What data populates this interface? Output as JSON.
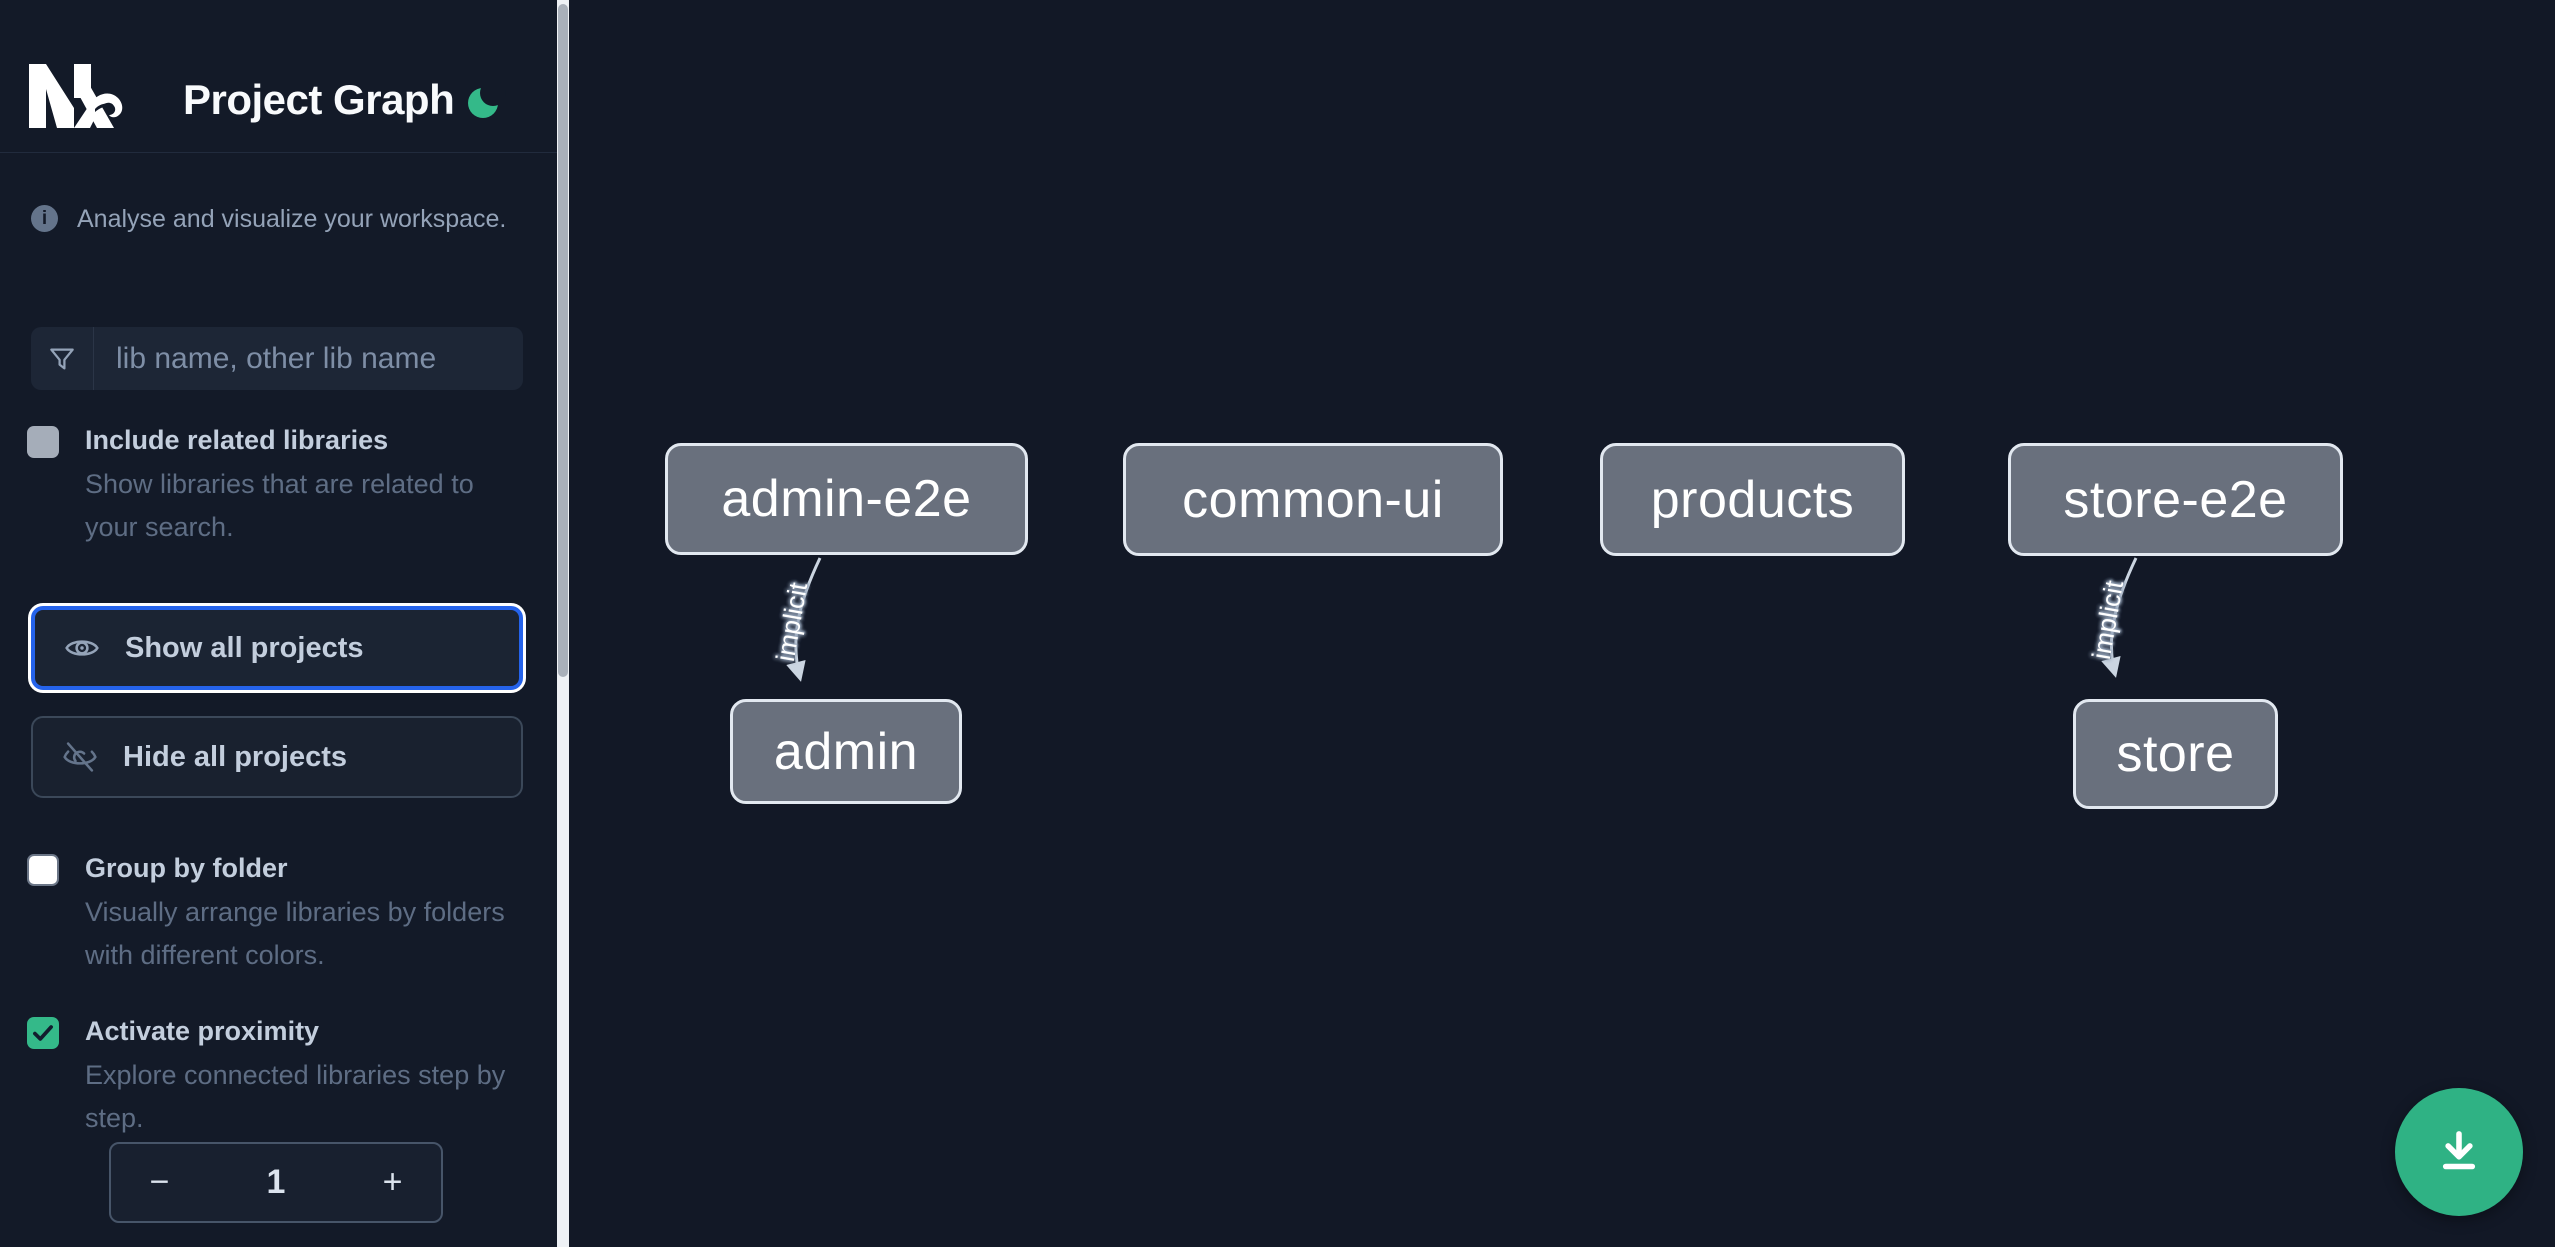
{
  "header": {
    "app_title": "Project Graph",
    "logo_icon": "nx-logo",
    "theme_icon": "moon-icon",
    "accent_color": "#34b989"
  },
  "sidebar": {
    "tagline": "Analyse and visualize your workspace.",
    "tagline_icon": "info-icon",
    "search": {
      "placeholder": "lib name, other lib name",
      "icon": "filter-funnel-icon",
      "value": ""
    },
    "include_related": {
      "label": "Include related libraries",
      "description": "Show libraries that are related to your search.",
      "checked": false
    },
    "show_all": {
      "label": "Show all projects",
      "icon": "eye-icon",
      "focused": true
    },
    "hide_all": {
      "label": "Hide all projects",
      "icon": "eye-off-icon",
      "focused": false
    },
    "group_by_folder": {
      "label": "Group by folder",
      "description": "Visually arrange libraries by folders with different colors.",
      "checked": false
    },
    "activate_proximity": {
      "label": "Activate proximity",
      "description": "Explore connected libraries step by step.",
      "checked": true
    },
    "proximity_stepper": {
      "decrement_label": "−",
      "value": "1",
      "increment_label": "+"
    }
  },
  "graph": {
    "nodes": [
      {
        "id": "admin-e2e",
        "label": "admin-e2e"
      },
      {
        "id": "common-ui",
        "label": "common-ui"
      },
      {
        "id": "products",
        "label": "products"
      },
      {
        "id": "store-e2e",
        "label": "store-e2e"
      },
      {
        "id": "admin",
        "label": "admin"
      },
      {
        "id": "store",
        "label": "store"
      }
    ],
    "edges": [
      {
        "source": "admin-e2e",
        "target": "admin",
        "label": "implicit"
      },
      {
        "source": "store-e2e",
        "target": "store",
        "label": "implicit"
      }
    ],
    "node_fill": "#69707d",
    "node_border": "#e2e8f0",
    "edge_color": "#cbd5e1"
  },
  "fab": {
    "icon": "download-icon",
    "color": "#2fb284"
  },
  "colors": {
    "background": "#121826",
    "focus_ring_blue": "#2563eb",
    "checkbox_checked_green": "#34b989",
    "muted_text": "#5e6d84",
    "label_text": "#c3cedd"
  }
}
